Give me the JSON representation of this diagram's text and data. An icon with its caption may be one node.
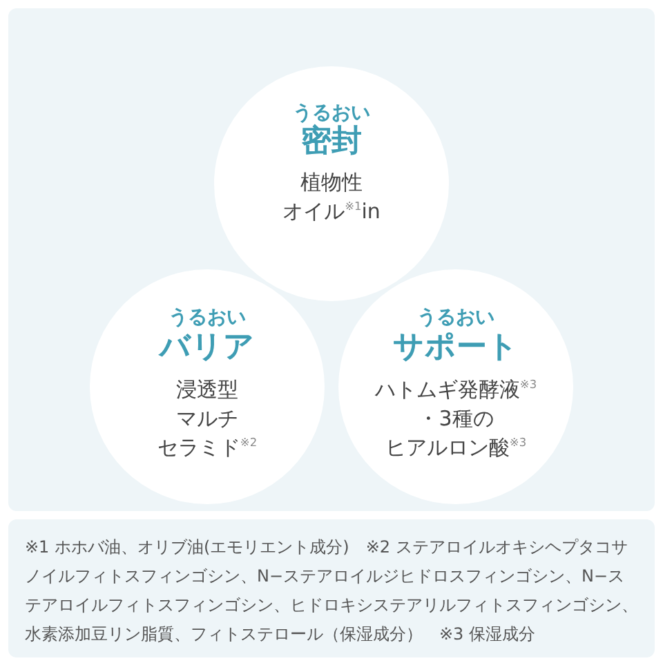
{
  "diagram": {
    "nodes": [
      {
        "text": [
          "うるおい",
          "密封",
          "植物性オイル$^{※1}$in"
        ]
      },
      {
        "text": [
          "うるおい",
          "バリア",
          "浸透型マルチセラミド$^{※2}$"
        ]
      },
      {
        "text": [
          "うるおい",
          "サポート",
          "ハトムギ発酵液$^{※3}$・3種のヒアルロン酸$^{※3}$"
        ]
      }
    ],
    "labels": [
      "※1 ホホバ油、オリブ油(エモリエント成分)　※2 ステアロイルオキシヘプタコサノイルフィトスフィンゴシン、N−ステアロイルジヒドロスフィンゴシン、N−ステアロイルフィトスフィンゴシン、ヒドロキシステアリルフィトスフィンゴシン、水素添加豆リン脂質、フィトステロール（保湿成分）　※3 保湿成分"
    ]
  }
}
